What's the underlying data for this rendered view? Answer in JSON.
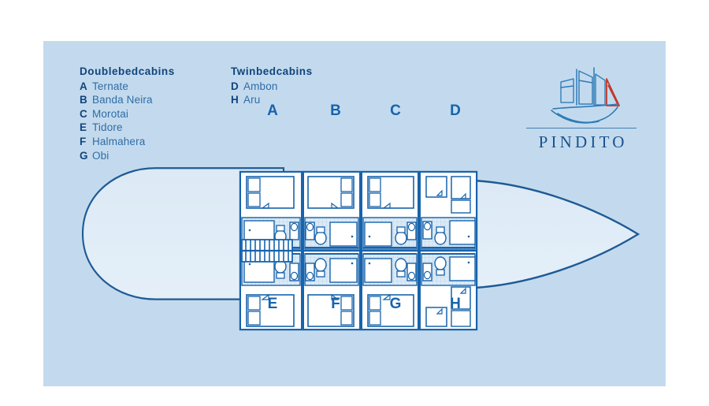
{
  "panel": {
    "background_color": "#c3daee"
  },
  "legend": {
    "double": {
      "title": "Doublebedcabins",
      "rows": [
        {
          "key": "A",
          "name": "Ternate"
        },
        {
          "key": "B",
          "name": "Banda Neira"
        },
        {
          "key": "C",
          "name": "Morotai"
        },
        {
          "key": "E",
          "name": "Tidore"
        },
        {
          "key": "F",
          "name": "Halmahera"
        },
        {
          "key": "G",
          "name": "Obi"
        }
      ]
    },
    "twin": {
      "title": "Twinbedcabins",
      "rows": [
        {
          "key": "D",
          "name": "Ambon"
        },
        {
          "key": "H",
          "name": "Aru"
        }
      ]
    }
  },
  "brand": {
    "name": "PINDITO",
    "logo_icon": "sailing-ship-icon",
    "sail_color": "#2e7ab5",
    "accent_color": "#c0392b",
    "text_color": "#17538f"
  },
  "deck_plan": {
    "title": "Pindito deck plan",
    "hull_outline_color": "#1f5a94",
    "line_color": "#1763ac",
    "labels_top": [
      "A",
      "B",
      "C",
      "D"
    ],
    "labels_bottom": [
      "E",
      "F",
      "G",
      "H"
    ],
    "cabins": [
      {
        "letter": "A",
        "type": "double",
        "name": "Ternate",
        "side": "port"
      },
      {
        "letter": "B",
        "type": "double",
        "name": "Banda Neira",
        "side": "port"
      },
      {
        "letter": "C",
        "type": "double",
        "name": "Morotai",
        "side": "port"
      },
      {
        "letter": "D",
        "type": "twin",
        "name": "Ambon",
        "side": "port"
      },
      {
        "letter": "E",
        "type": "double",
        "name": "Tidore",
        "side": "starboard"
      },
      {
        "letter": "F",
        "type": "double",
        "name": "Halmahera",
        "side": "starboard"
      },
      {
        "letter": "G",
        "type": "double",
        "name": "Obi",
        "side": "starboard"
      },
      {
        "letter": "H",
        "type": "twin",
        "name": "Aru",
        "side": "starboard"
      }
    ],
    "features": [
      "central-staircase",
      "bow-pointed",
      "stern-rounded"
    ]
  }
}
